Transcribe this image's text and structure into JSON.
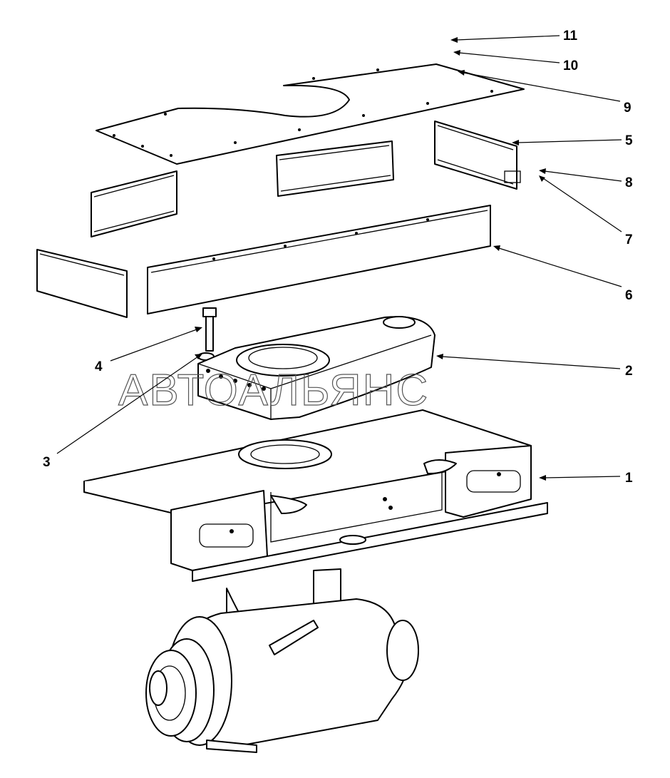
{
  "callouts": [
    {
      "id": "11",
      "label": "11"
    },
    {
      "id": "10",
      "label": "10"
    },
    {
      "id": "9",
      "label": "9"
    },
    {
      "id": "5",
      "label": "5"
    },
    {
      "id": "8",
      "label": "8"
    },
    {
      "id": "7",
      "label": "7"
    },
    {
      "id": "6",
      "label": "6"
    },
    {
      "id": "2",
      "label": "2"
    },
    {
      "id": "4",
      "label": "4"
    },
    {
      "id": "3",
      "label": "3"
    },
    {
      "id": "1",
      "label": "1"
    }
  ],
  "watermark": "АВТОАЛЬЯНС",
  "colors": {
    "line": "#000000",
    "background": "#ffffff",
    "watermark": "#555555"
  }
}
